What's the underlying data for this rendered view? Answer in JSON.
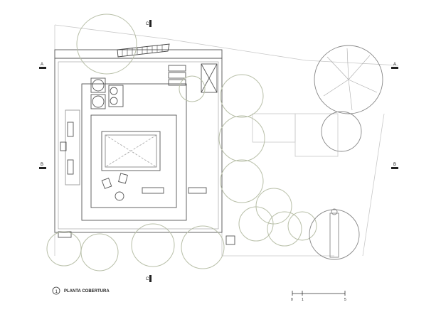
{
  "title": "PLANTA COBERTURA",
  "title_number": "1",
  "scale_bar": {
    "labels": [
      "0",
      "1",
      "5"
    ]
  },
  "section_markers": {
    "a_left": "A",
    "a_right": "A",
    "b_left": "B",
    "b_right": "B",
    "c_top": "C",
    "c_bottom": "C"
  },
  "colors": {
    "line": "#555555",
    "light_line": "#bbbbbb",
    "tree": "#b8bfa8"
  }
}
